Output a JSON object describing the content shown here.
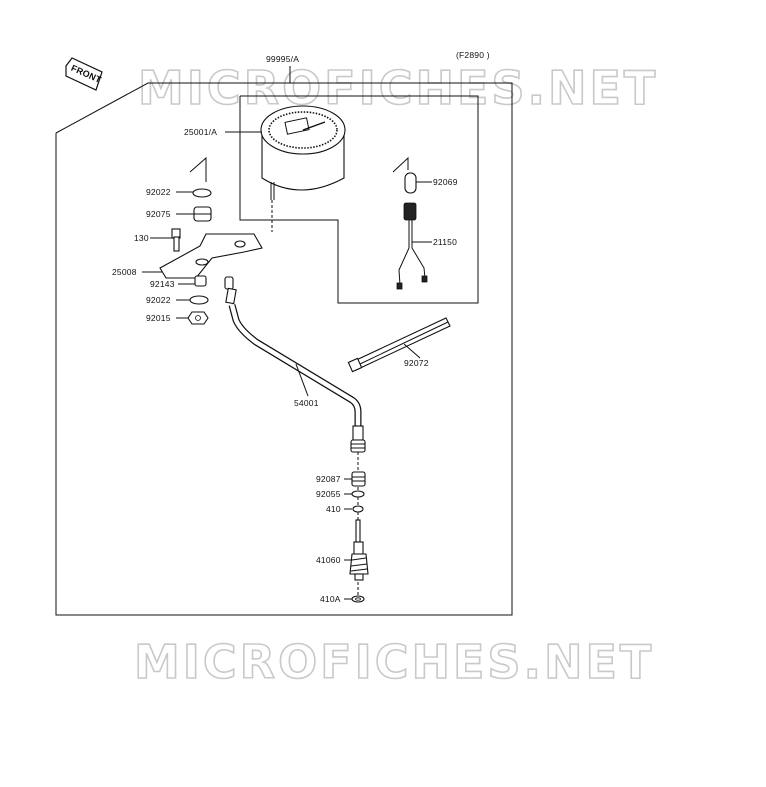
{
  "diagram_code": "(F2890 )",
  "front_label": "FRONT",
  "watermark_text": "MICROFICHES.NET",
  "kit_label": "99995/A",
  "parts": [
    {
      "id": "25001_A",
      "label": "25001/A"
    },
    {
      "id": "92022_top",
      "label": "92022"
    },
    {
      "id": "92075",
      "label": "92075"
    },
    {
      "id": "130",
      "label": "130"
    },
    {
      "id": "25008",
      "label": "25008"
    },
    {
      "id": "92143",
      "label": "92143"
    },
    {
      "id": "92022_bot",
      "label": "92022"
    },
    {
      "id": "92015",
      "label": "92015"
    },
    {
      "id": "92069",
      "label": "92069"
    },
    {
      "id": "21150",
      "label": "21150"
    },
    {
      "id": "92072",
      "label": "92072"
    },
    {
      "id": "54001",
      "label": "54001"
    },
    {
      "id": "92087",
      "label": "92087"
    },
    {
      "id": "92055",
      "label": "92055"
    },
    {
      "id": "410",
      "label": "410"
    },
    {
      "id": "41060",
      "label": "41060"
    },
    {
      "id": "410A",
      "label": "410A"
    }
  ]
}
